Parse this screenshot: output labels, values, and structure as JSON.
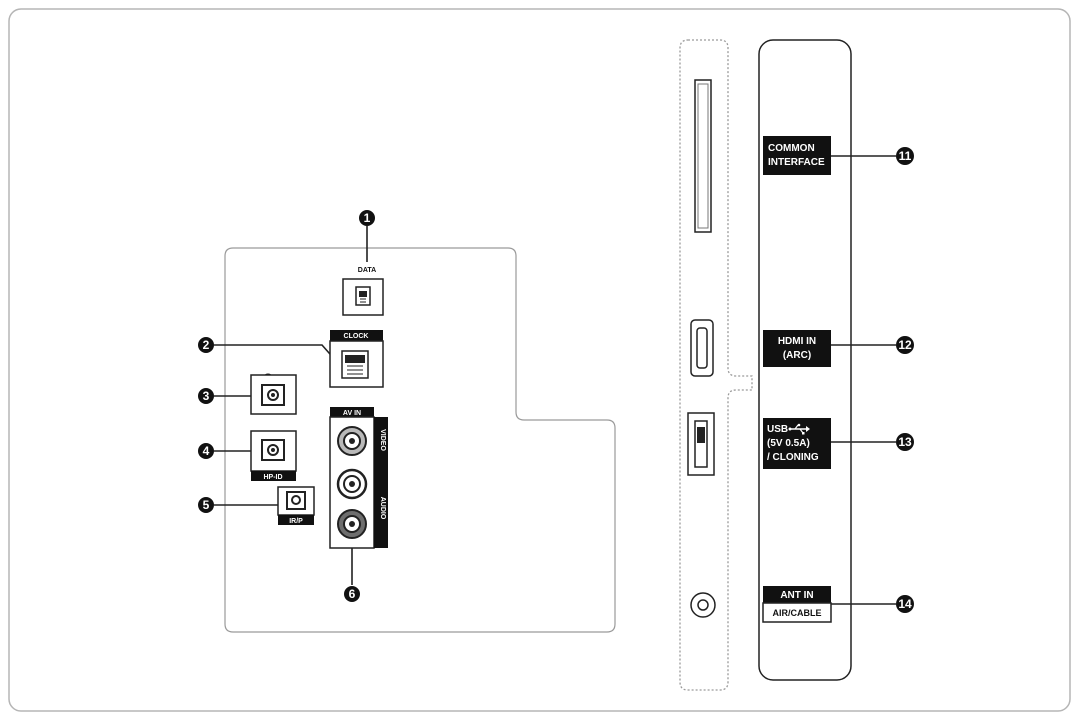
{
  "rear_panel": {
    "callouts": {
      "c1": "1",
      "c2": "2",
      "c3": "3",
      "c4": "4",
      "c5": "5",
      "c6": "6"
    },
    "labels": {
      "data": "DATA",
      "clock": "CLOCK",
      "av_in": "AV IN",
      "video": "VIDEO",
      "audio": "AUDIO",
      "hp_id": "HP-ID",
      "ir": "IR/P"
    },
    "icons": {
      "headphone": "headphone-icon"
    }
  },
  "side_panel": {
    "callouts": {
      "c11": "11",
      "c12": "12",
      "c13": "13",
      "c14": "14"
    },
    "labels": {
      "common_interface_line1": "COMMON",
      "common_interface_line2": "INTERFACE",
      "hdmi_line1": "HDMI IN",
      "hdmi_line2": "(ARC)",
      "usb_line1": "USB",
      "usb_line2": "(5V 0.5A)",
      "usb_line3": "/ CLONING",
      "ant_in": "ANT IN",
      "air_cable": "AIR/CABLE"
    },
    "icons": {
      "usb": "usb-icon"
    }
  },
  "colors": {
    "line": "#222222",
    "outline": "#9a9a9a",
    "label_bg": "#111111",
    "video_jack": "#b9b9b9",
    "audio_jack": "#6e6e6e"
  }
}
